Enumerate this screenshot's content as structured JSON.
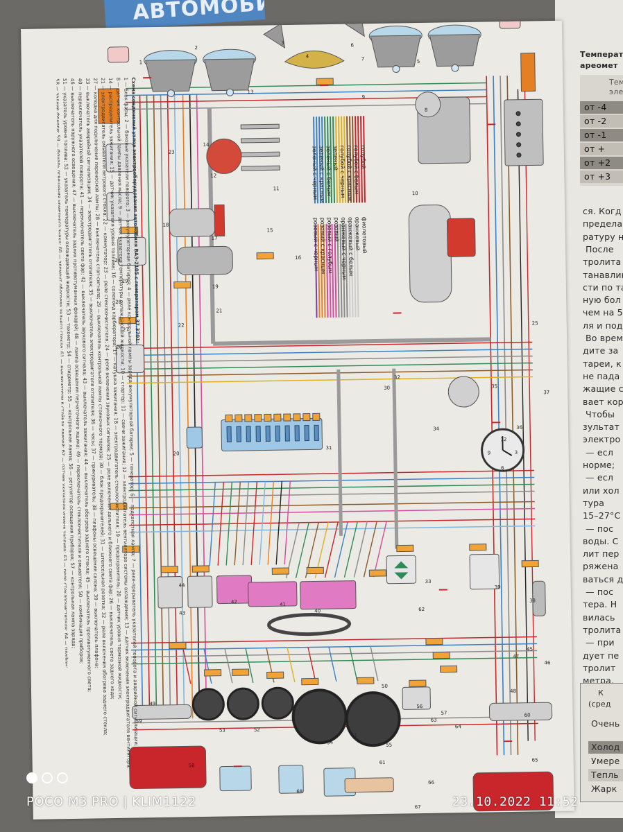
{
  "photo": {
    "device_label": "POCO M3 PRO | KLIM1122",
    "timestamp": "23.10.2022  11:52"
  },
  "magazine_header": "АВТОМОБИЛЬ",
  "right_page": {
    "table_heading_lines": [
      "Температ",
      "ареомет"
    ],
    "table_head_cell": [
      "Тем",
      "эле"
    ],
    "table_rows": [
      "от -4",
      "от -2",
      "от -1",
      "от +",
      "от +2",
      "от +3"
    ],
    "text_lines": [
      "ся. Когд",
      "предела",
      "ратуру н",
      "После",
      "тролита",
      "танавлив",
      "сти по та",
      "ную бол",
      "чем на 5",
      "ля и под",
      "Во врем",
      "дите за",
      "тареи, к",
      "не пада",
      "жащие с",
      "вает кор",
      "Чтобы",
      "зультат",
      "электро",
      "— есл",
      "норме;",
      "— есл",
      "или хол",
      "тура",
      "15–27°С",
      "— пос",
      "воды. С",
      "лит пер",
      "ряжена",
      "ваться д",
      "— пос",
      "тера. Н",
      "вилась",
      "тролита",
      "— при",
      "дует пе",
      "тролит",
      "метра,"
    ],
    "bottom_table_head": [
      "К",
      "(сред"
    ],
    "bottom_table_rows": [
      "Очень",
      "Холод",
      "Умере",
      "Тепль",
      "Жарк"
    ]
  },
  "schematic": {
    "caption_title": "Схема соединений узлов электрооборудования автомобиля ВАЗ-2105 с генератором 37.3701:",
    "caption_paragraphs": [
      "1 — блок-фары; 2 — боковые указатели поворота; 3 — аккумуляторная батарея; 4 — реле контрольной лампы заряда аккумуляторной батареи; 5 — генератор; 6 — подкапотная лампа; 7 — реле-прерыватель указателей поворота и аварийной сигнализации;",
      "8 — датчик контрольной лампы давления масла; 9 — датчик указателя температуры охлаждающей жидкости; 10 — стартер; 11 — свечи зажигания; 12 — электродвигатель вентилятора системы охлаждения; 13 — датчик включения электродвигателя вентилятора;",
      "14 — распределитель зажигания; 15 — датчик указателя уровня топлива; 16 — соленоид карбюратора; 17 — катушка зажигания; 18 — электродвигатель стеклоочистителя; 19 — предохранитель; 20 — датчик уровня тормозной жидкости;",
      "21 — электродвигатель омывателя ветрового стекла; 22 — коммутатор; 23 — реле стеклоочистителя; 24 — реле включения звуковых сигналов; 25 — реле включения дальнего и ближнего света фар; 26 — выключатель света заднего хода;",
      "27 — колодка для подключения переносной лампы; 28 — выключатель стоп-сигнала; 29 — выключатель контрольной лампы стояночного тормоза; 30 — блок предохранителей; 31 — штепсельная розетка; 32 — реле включения обогрева заднего стекла;",
      "33 — выключатель аварийной сигнализации; 34 — электродвигатель отопителя; 35 — выключатель электродвигателя отопителя; 36 — часы; 37 — прикуриватель; 38 — плафоны освещения салона; 39 — выключатель плафона;",
      "40 — переключатель указателей поворота; 41 — переключатель света фар; 42 — выключатель звукового сигнала; 43 — выключатель зажигания; 44 — выключатель обогрева заднего стекла; 45 — выключатель противотуманного света;",
      "46 — выключатель наружного освещения; 47 — выключатель задних противотуманных фонарей; 48 — лампа освещения перчаточного ящика; 49 — переключатель стеклоочистителя и омывателя; 50 — комбинация приборов;",
      "51 — указатель уровня топлива; 52 — указатель температуры охлаждающей жидкости; 53 — тахометр; 54 — спидометр; 55 — контрольная лампа; 56 — регулятор освещения приборов; 57 — контрольная лампа заряда;",
      "58 — задние фонари; 59 — фонарь освещения номерного знака; 60 — элемент обогрева заднего стекла; 61 — выключатели в стойках дверей; 62 — датчик указателя уровня топлива; 63 — реле стеклоочистителя; 64 — плафон;",
      "65 — колодка; 66 — выключатель света заднего хода; 67 — фонарь освещения багажника; 68 — лампа освещения; 69 — выключатель контрольной лампы уровня тормозной жидкости"
    ],
    "legend_left": [
      "голубой",
      "голубой с белым",
      "голубой с красным",
      "голубой с черным",
      "зеленый",
      "зеленый с белым",
      "зеленый с красным",
      "зеленый с черным",
      "желтый",
      "желтый с зеленым",
      "желтый с красным",
      "желтый с черным",
      "коричневый",
      "коричневый с белым",
      "коричневый с черным",
      "красный",
      "красный с белым",
      "красный с голубым",
      "красный с черным"
    ],
    "legend_right": [
      "фиолетовый",
      "оранжевый",
      "оранжевый с белым",
      "оранжевый с черным",
      "розовый",
      "розовый с голубым",
      "розовый с красным",
      "розовый с черным",
      "серый",
      "серый с голубым",
      "серый с красным",
      "серый с черным",
      "белый",
      "белый с голубым",
      "белый с красным",
      "белый с черным"
    ],
    "wire_colors": {
      "red": "#c8262b",
      "blue": "#3b7fc4",
      "lightblue": "#7fb6e0",
      "green": "#2e8b57",
      "yellow": "#e0b020",
      "brown": "#8b5a2b",
      "black": "#222222",
      "gray": "#8a8a8a",
      "orange": "#e57f24",
      "pink": "#d64aa0",
      "violet": "#7a3fa6",
      "white": "#f2f2f2"
    },
    "component_numbers": [
      "1",
      "2",
      "3",
      "4",
      "5",
      "6",
      "7",
      "8",
      "9",
      "10",
      "11",
      "12",
      "13",
      "14",
      "15",
      "16",
      "17",
      "18",
      "19",
      "20",
      "21",
      "22",
      "23",
      "24",
      "25",
      "26",
      "27",
      "28",
      "29",
      "30",
      "31",
      "32",
      "33",
      "34",
      "35",
      "36",
      "37",
      "38",
      "39",
      "40",
      "41",
      "42",
      "43",
      "44",
      "45",
      "46",
      "47",
      "48",
      "49",
      "50",
      "51",
      "52",
      "53",
      "54",
      "55",
      "56",
      "57",
      "58",
      "59",
      "60",
      "61",
      "62",
      "63",
      "64",
      "65",
      "66",
      "67",
      "68"
    ],
    "clock_numbers": [
      "12",
      "3",
      "6",
      "9"
    ]
  }
}
